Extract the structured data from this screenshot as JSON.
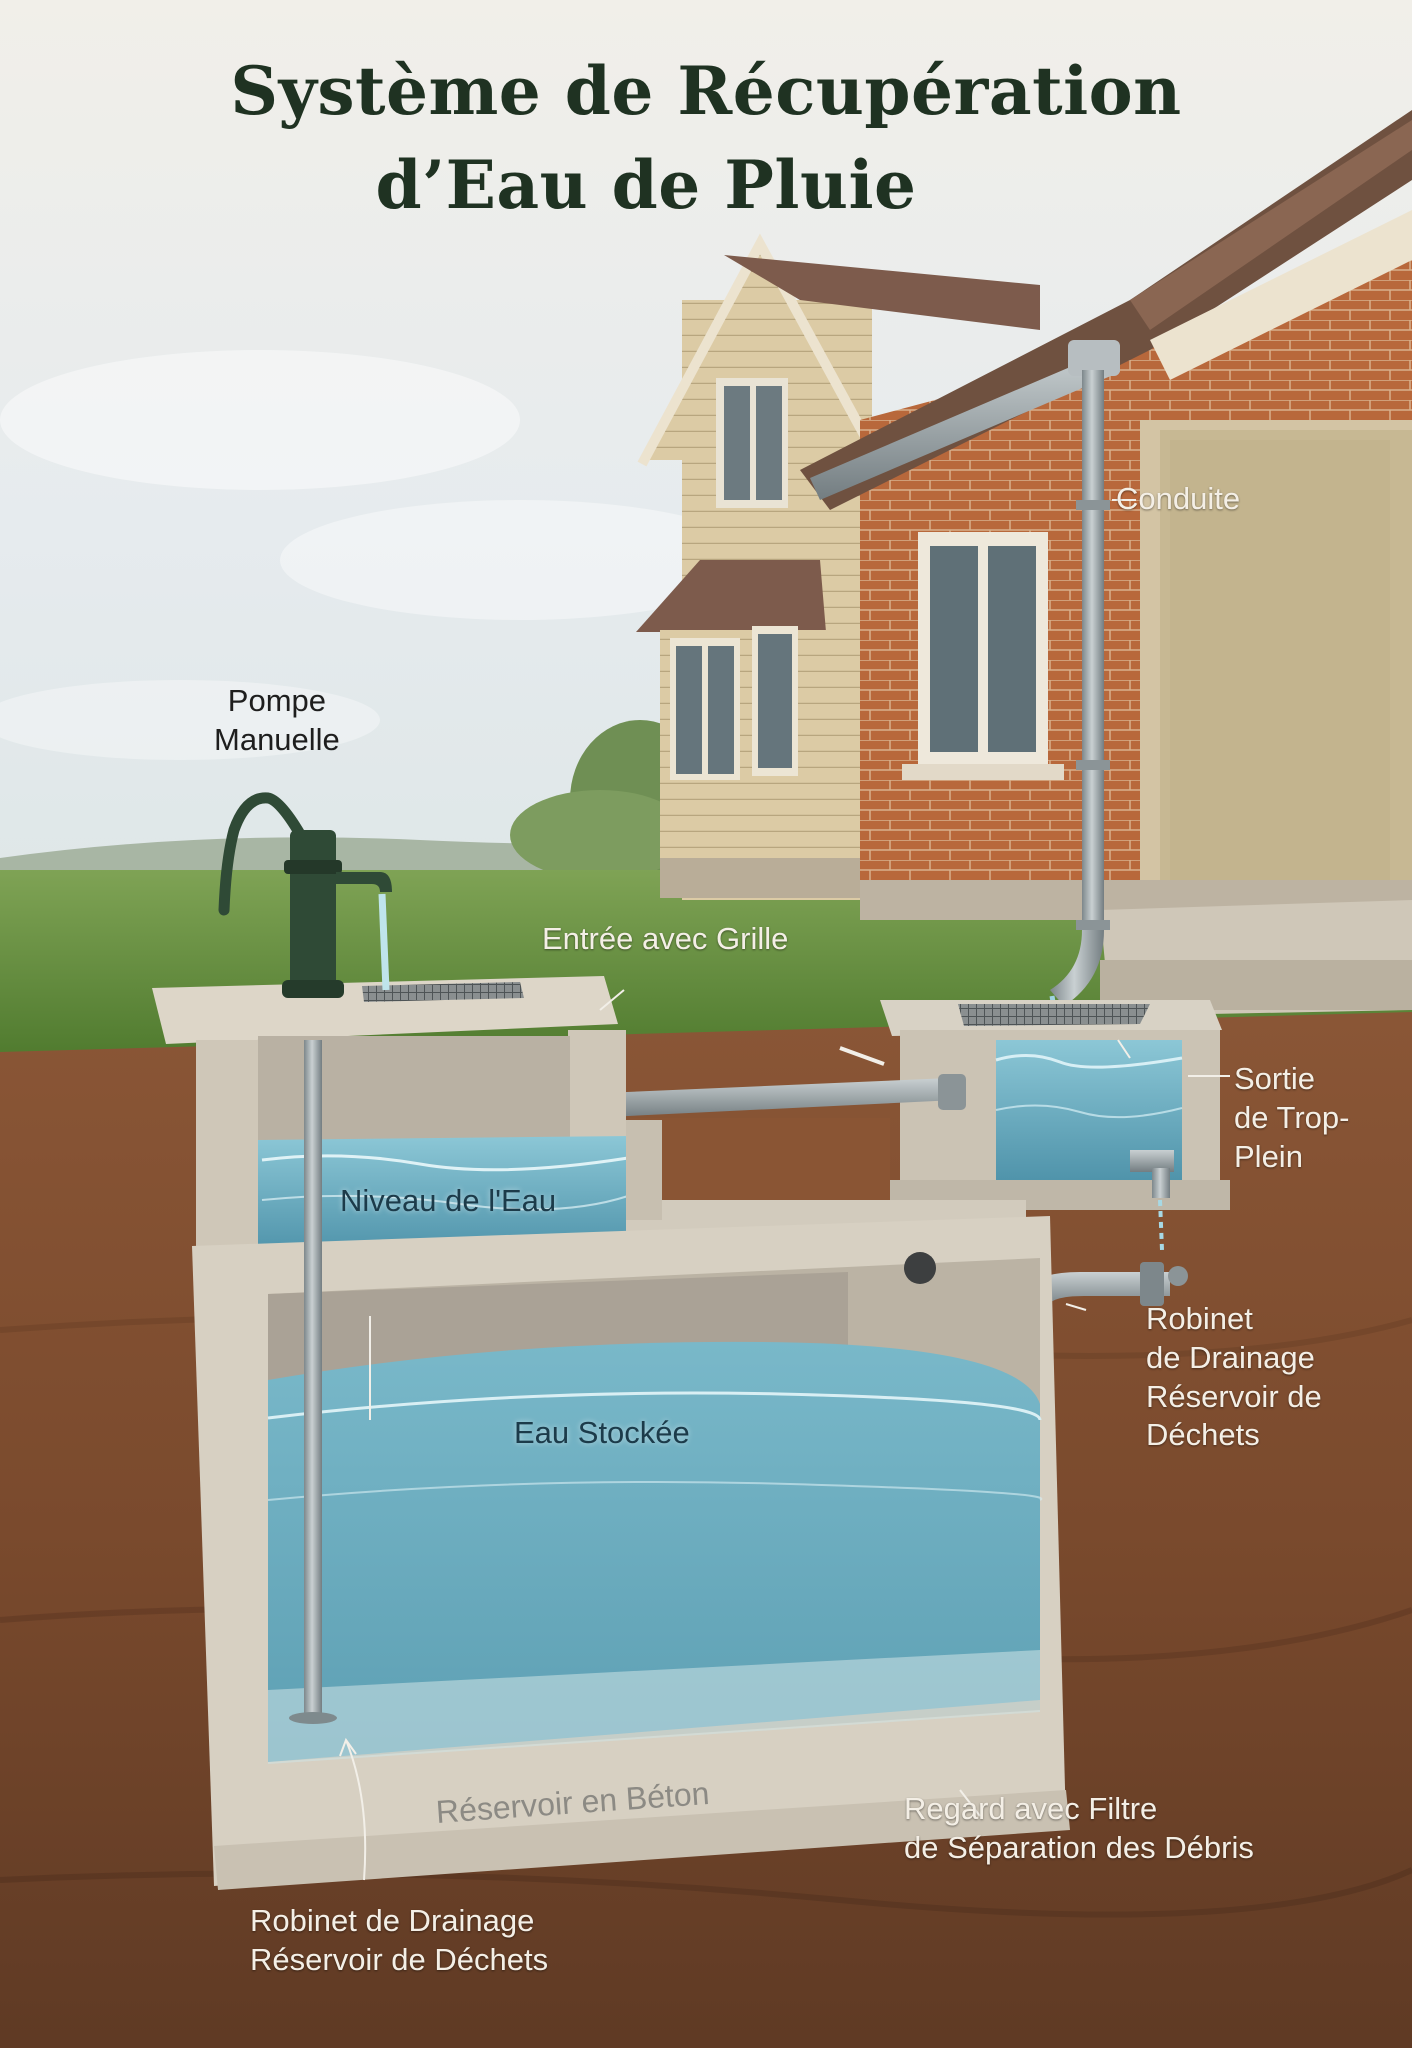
{
  "title": {
    "line1": "Système de Récupération",
    "line2": "d’Eau de Pluie"
  },
  "labels": {
    "pompe": [
      "Pompe",
      "Manuelle"
    ],
    "conduite": "Conduite",
    "entree": "Entrée avec Grille",
    "sortie": [
      "Sortie",
      "de Trop-",
      "Plein"
    ],
    "niveau": "Niveau de l'Eau",
    "robinet_right": [
      "Robinet",
      "de Drainage",
      "Réservoir de",
      "Déchets"
    ],
    "eau": "Eau Stockée",
    "reservoir": "Réservoir en Béton",
    "regard": [
      "Regard avec Filtre",
      "de Séparation des Débris"
    ],
    "robinet_bottom": [
      "Robinet de Drainage",
      "Réservoir de Déchets"
    ]
  },
  "colors": {
    "sky": "#eef0ee",
    "grass": "#5e8a3a",
    "soil": "#7a4a2e",
    "concrete": "#cfc8bb",
    "water": "#6fb3c6",
    "brick": "#b86a3e",
    "siding": "#d9c9a4",
    "roof": "#7a5a4a",
    "pump": "#2f4a36",
    "pipe": "#9aa3a6",
    "title": "#1f3222"
  }
}
